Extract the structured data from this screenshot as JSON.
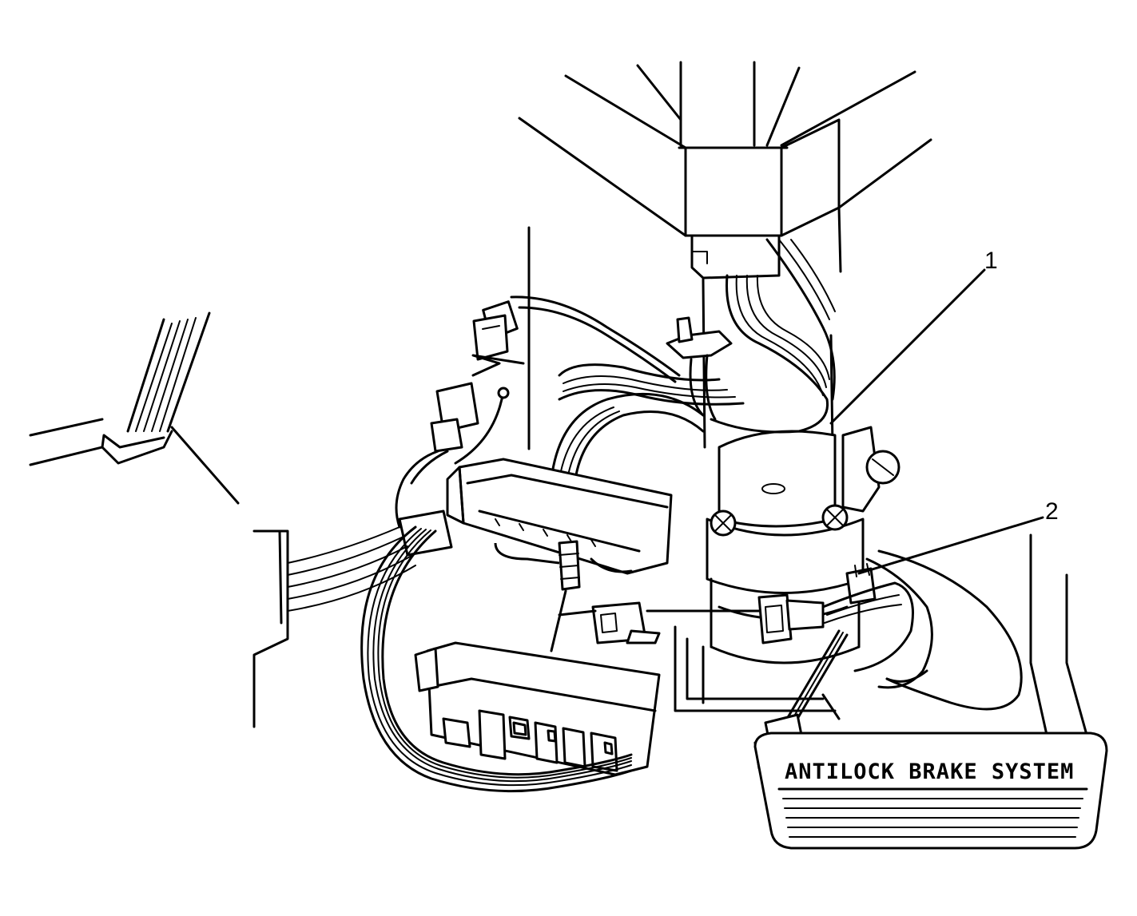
{
  "callouts": [
    {
      "id": "1",
      "label": "1"
    },
    {
      "id": "2",
      "label": "2"
    }
  ],
  "pedal": {
    "text": "ANTILOCK BRAKE SYSTEM"
  },
  "icons": [
    "steering-column",
    "wiring-harness",
    "connector",
    "brake-pedal"
  ]
}
